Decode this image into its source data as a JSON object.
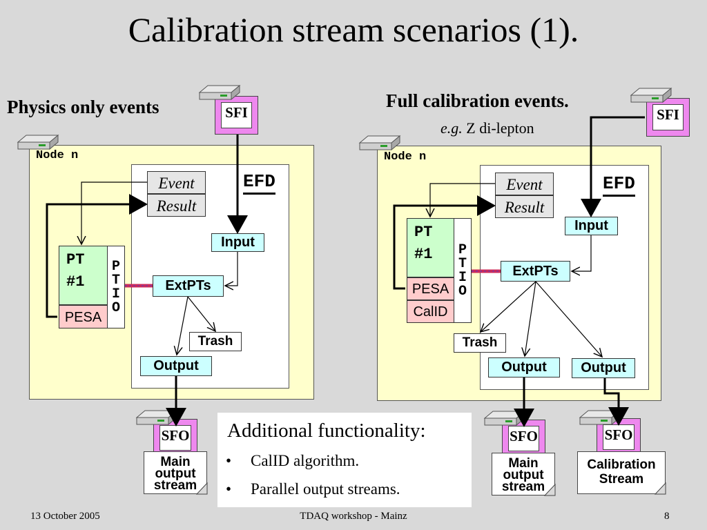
{
  "slide": {
    "title": "Calibration stream scenarios (1).",
    "footer_date": "13 October 2005",
    "footer_title": "TDAQ workshop - Mainz",
    "page_number": "8"
  },
  "left": {
    "heading": "Physics only events",
    "node_label": "Node n",
    "efd_label": "EFD",
    "sfi": "SFI",
    "event": "Event",
    "result": "Result",
    "pt_line1": "PT",
    "pt_line2": "#1",
    "ptio": [
      "P",
      "T",
      "I",
      "O"
    ],
    "pesa": "PESA",
    "input": "Input",
    "extpts": "ExtPTs",
    "trash": "Trash",
    "output": "Output",
    "sfo": "SFO",
    "stream": [
      "Main",
      "output",
      "stream"
    ]
  },
  "right": {
    "heading": "Full calibration events.",
    "subheading_italic": "e.g.",
    "subheading_rest": " Z di-lepton",
    "node_label": "Node n",
    "efd_label": "EFD",
    "sfi": "SFI",
    "event": "Event",
    "result": "Result",
    "pt_line1": "PT",
    "pt_line2": "#1",
    "ptio": [
      "P",
      "T",
      "I",
      "O"
    ],
    "pesa": "PESA",
    "calid": "CalID",
    "input": "Input",
    "extpts": "ExtPTs",
    "trash": "Trash",
    "output1": "Output",
    "output2": "Output",
    "sfo1": "SFO",
    "sfo2": "SFO",
    "stream1": [
      "Main",
      "output",
      "stream"
    ],
    "stream2": [
      "Calibration",
      "Stream"
    ]
  },
  "additional": {
    "heading": "Additional functionality:",
    "bullets": [
      "CalID algorithm.",
      "Parallel output streams."
    ]
  },
  "icons": [
    "server-icon"
  ]
}
